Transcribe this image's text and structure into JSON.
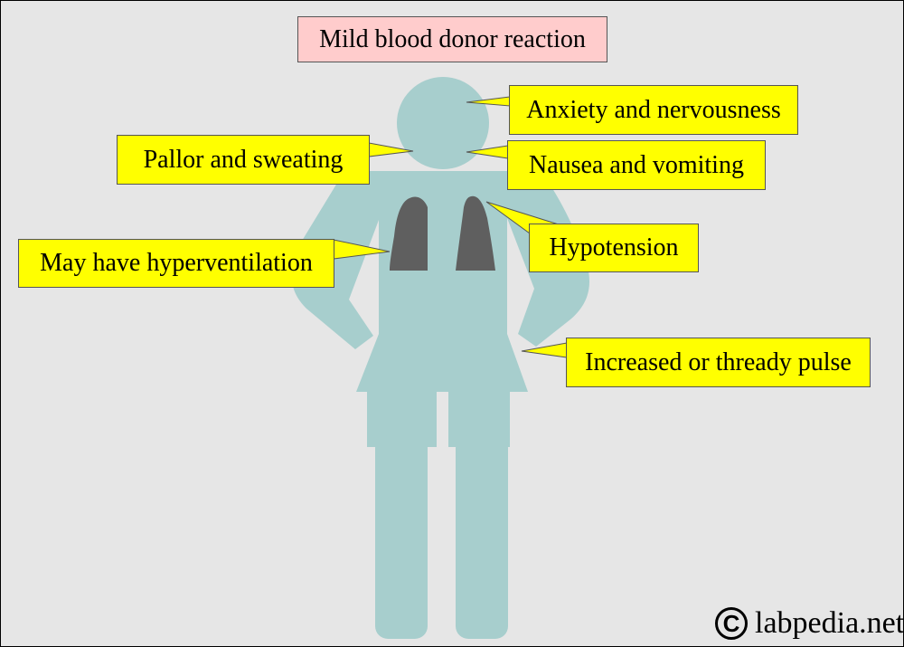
{
  "title": "Mild blood donor reaction",
  "callouts": {
    "anxiety": "Anxiety and nervousness",
    "pallor": "Pallor and sweating",
    "nausea": "Nausea and vomiting",
    "hypotension": "Hypotension",
    "hyperventilation": "May have hyperventilation",
    "pulse": "Increased or thready pulse"
  },
  "copyright": {
    "symbol": "C",
    "site": "labpedia.net"
  },
  "colors": {
    "background": "#e6e6e6",
    "figure": "#a7cecd",
    "lungs": "#5f5f5f",
    "callout_fill": "#ffff00",
    "title_fill": "#ffcccc"
  },
  "icons": [
    "person-figure-icon",
    "lungs-icon",
    "copyright-icon"
  ]
}
